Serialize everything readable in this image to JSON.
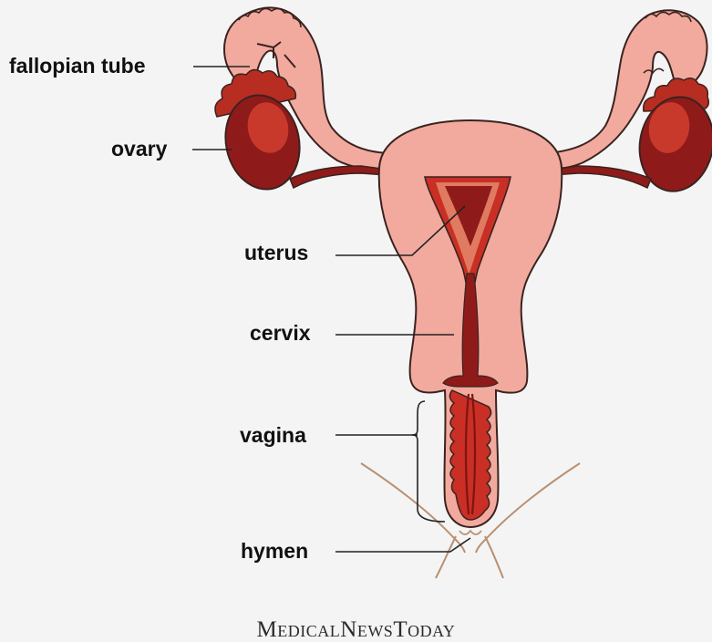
{
  "labels": {
    "fallopian_tube": "fallopian tube",
    "ovary": "ovary",
    "uterus": "uterus",
    "cervix": "cervix",
    "vagina": "vagina",
    "hymen": "hymen"
  },
  "brand": {
    "name": "MedicalNewsToday"
  },
  "colors": {
    "background": "#f4f4f4",
    "tissue_light": "#f2aa9e",
    "tissue_outline": "#3a2320",
    "ovary_dark": "#8e1b1a",
    "ovary_mid": "#b82d22",
    "lining_red": "#c92f24",
    "lining_dark": "#7f1411",
    "vulva_line": "#b99072",
    "leader_line": "#222222"
  }
}
